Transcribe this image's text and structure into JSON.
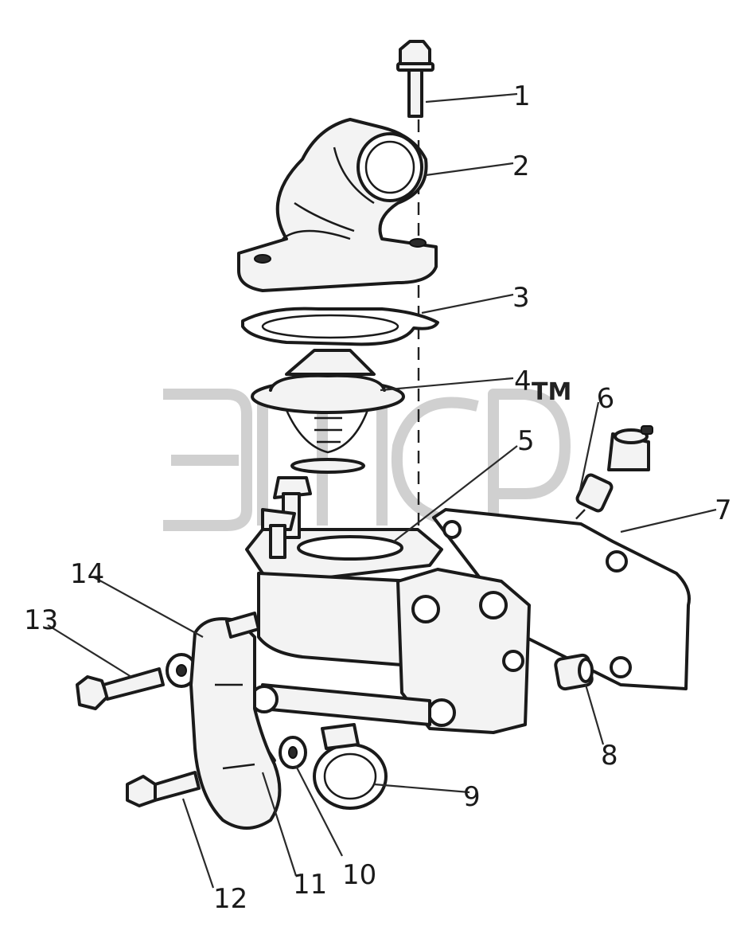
{
  "diagram": {
    "trademark": "ТМ",
    "callouts": {
      "c1": "1",
      "c2": "2",
      "c3": "3",
      "c4": "4",
      "c5": "5",
      "c6": "6",
      "c7": "7",
      "c8": "8",
      "c9": "9",
      "c10": "10",
      "c11": "11",
      "c12": "12",
      "c13": "13",
      "c14": "14"
    },
    "colors": {
      "line": "#1a1a1a",
      "fill": "#f3f3f3",
      "watermark": "#c8c8c8"
    }
  }
}
